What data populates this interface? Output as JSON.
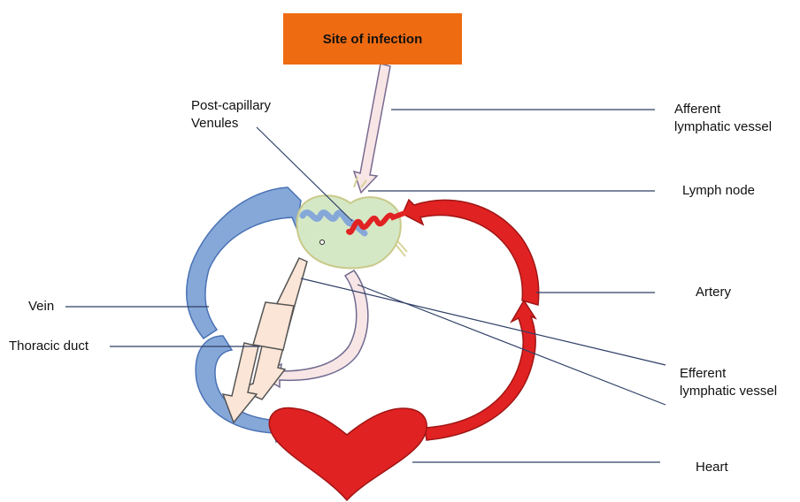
{
  "box": {
    "label": "Site of infection",
    "color": "#ee6b12"
  },
  "labels": {
    "post_capillary": [
      "Post-capillary",
      "Venules"
    ],
    "afferent": [
      "Afferent",
      "lymphatic vessel"
    ],
    "lymph_node": "Lymph node",
    "vein": "Vein",
    "artery": "Artery",
    "thoracic_duct": "Thoracic duct",
    "efferent": [
      "Efferent",
      "lymphatic vessel"
    ],
    "heart": "Heart"
  },
  "colors": {
    "vein": "#86a8d8",
    "artery": "#e12222",
    "lymph_vessel": "#f8e6e6",
    "thoracic_duct": "#fbe5d6",
    "lymph_node": "#d5e8c6",
    "heart": "#e12222",
    "leader_line": "#2f3f66"
  }
}
